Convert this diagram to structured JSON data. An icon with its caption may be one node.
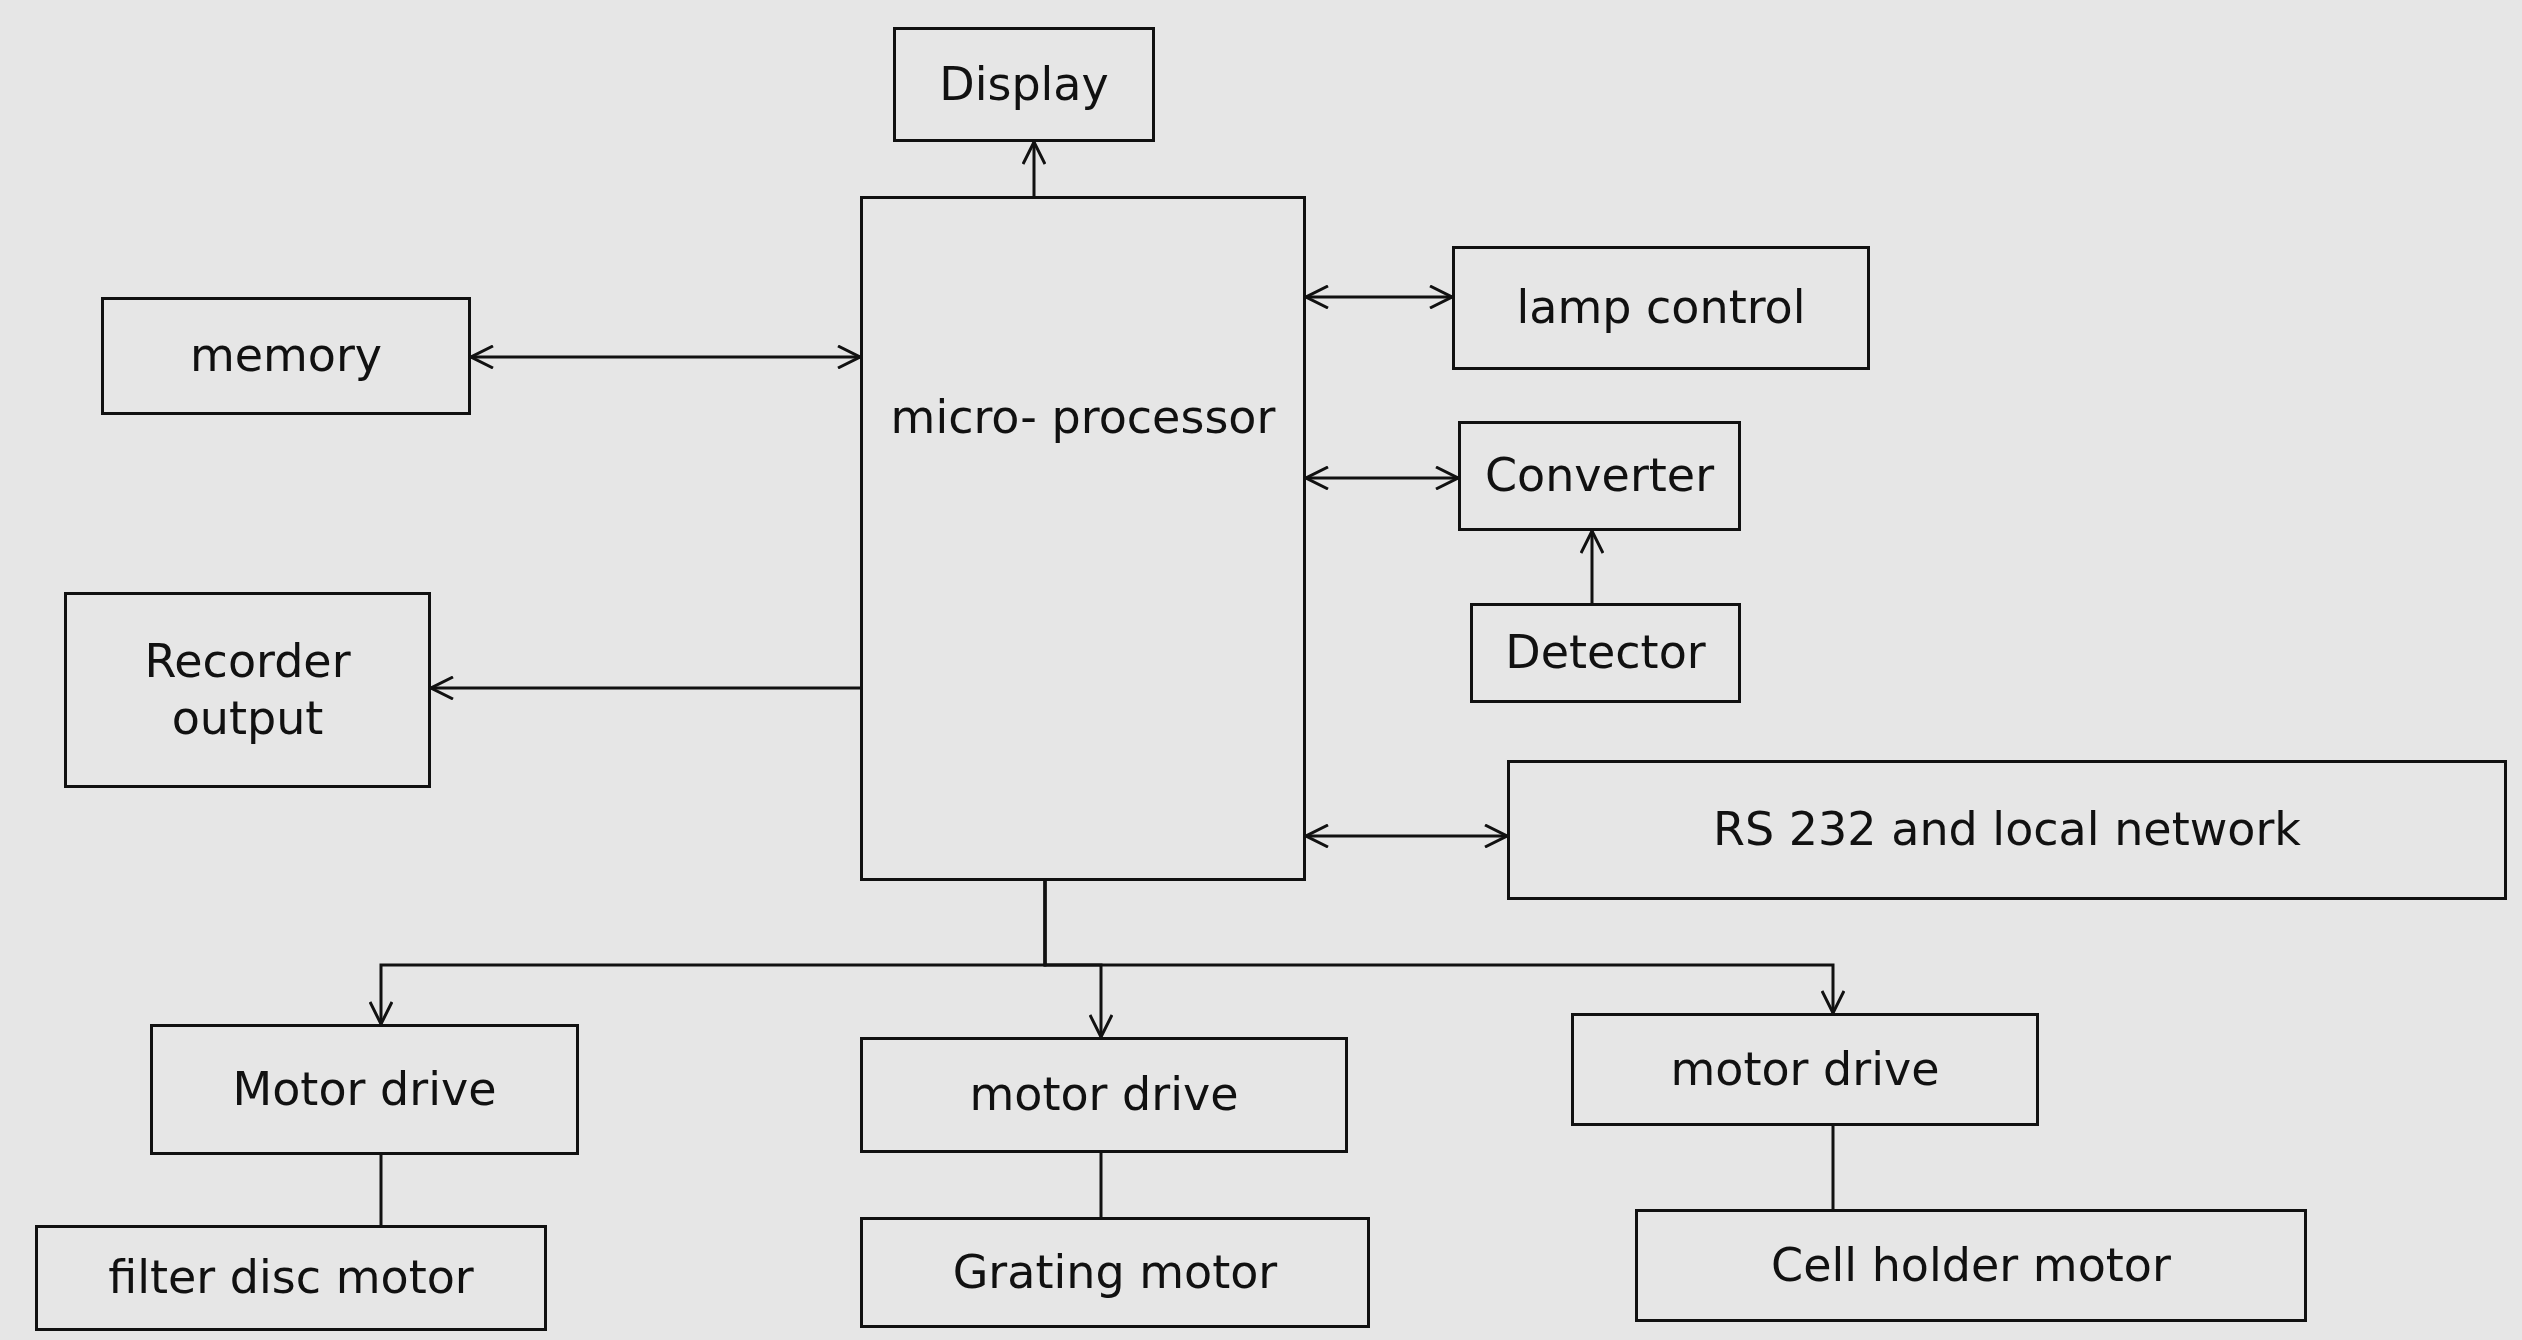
{
  "diagram": {
    "nodes": [
      {
        "text": [
          "Display"
        ]
      },
      {
        "text": [
          "micro- processor"
        ]
      },
      {
        "text": [
          "memory"
        ]
      },
      {
        "text": [
          "lamp control"
        ]
      },
      {
        "text": [
          "Converter"
        ]
      },
      {
        "text": [
          "Recorder output"
        ]
      },
      {
        "text": [
          "Detector"
        ]
      },
      {
        "text": [
          "RS 232 and local network"
        ]
      },
      {
        "text": [
          "Motor drive"
        ]
      },
      {
        "text": [
          "motor drive"
        ]
      },
      {
        "text": [
          "motor drive"
        ]
      },
      {
        "text": [
          "filter disc motor"
        ]
      },
      {
        "text": [
          "Grating motor"
        ]
      },
      {
        "text": [
          "Cell holder motor"
        ]
      }
    ],
    "edges": [
      {
        "from": 1,
        "to": 0,
        "arrow": "to"
      },
      {
        "from": 2,
        "to": 1,
        "arrow": "both"
      },
      {
        "from": 1,
        "to": 3,
        "arrow": "both"
      },
      {
        "from": 1,
        "to": 4,
        "arrow": "both"
      },
      {
        "from": 6,
        "to": 4,
        "arrow": "to"
      },
      {
        "from": 1,
        "to": 5,
        "arrow": "to"
      },
      {
        "from": 1,
        "to": 7,
        "arrow": "both"
      },
      {
        "from": 1,
        "to": 8,
        "arrow": "to"
      },
      {
        "from": 1,
        "to": 9,
        "arrow": "to"
      },
      {
        "from": 1,
        "to": 10,
        "arrow": "to"
      },
      {
        "from": 8,
        "to": 11,
        "arrow": "none"
      },
      {
        "from": 9,
        "to": 12,
        "arrow": "none"
      },
      {
        "from": 10,
        "to": 13,
        "arrow": "none"
      }
    ]
  }
}
